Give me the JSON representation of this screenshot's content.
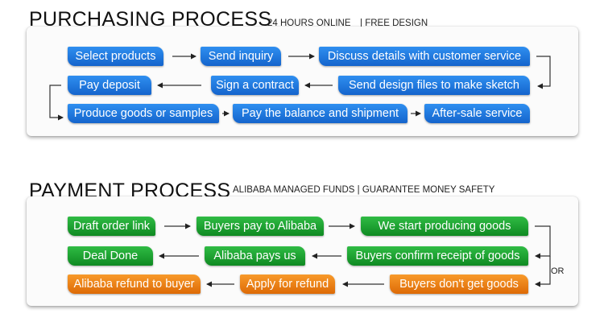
{
  "purchasing": {
    "title": "PURCHASING PROCESS",
    "tagline": "24 HOURS ONLINE　| FREE DESIGN",
    "steps": [
      "Select products",
      "Send inquiry",
      "Discuss details with customer service",
      "Send design files to make sketch",
      "Sign a contract",
      "Pay deposit",
      "Produce goods or samples",
      "Pay the balance and shipment",
      "After-sale service"
    ]
  },
  "payment": {
    "title": "PAYMENT PROCESS",
    "tagline": "ALIBABA MANAGED FUNDS  |  GUARANTEE MONEY SAFETY",
    "steps": [
      "Draft order link",
      "Buyers pay to Alibaba",
      "We start producing goods",
      "Buyers confirm receipt of goods",
      "Alibaba pays us",
      "Deal Done",
      "Buyers don't get goods",
      "Apply for refund",
      "Alibaba refund to buyer"
    ],
    "or_label": "OR"
  },
  "colors": {
    "blue": "#1f78de",
    "green": "#1ea333",
    "orange": "#ef8216"
  }
}
